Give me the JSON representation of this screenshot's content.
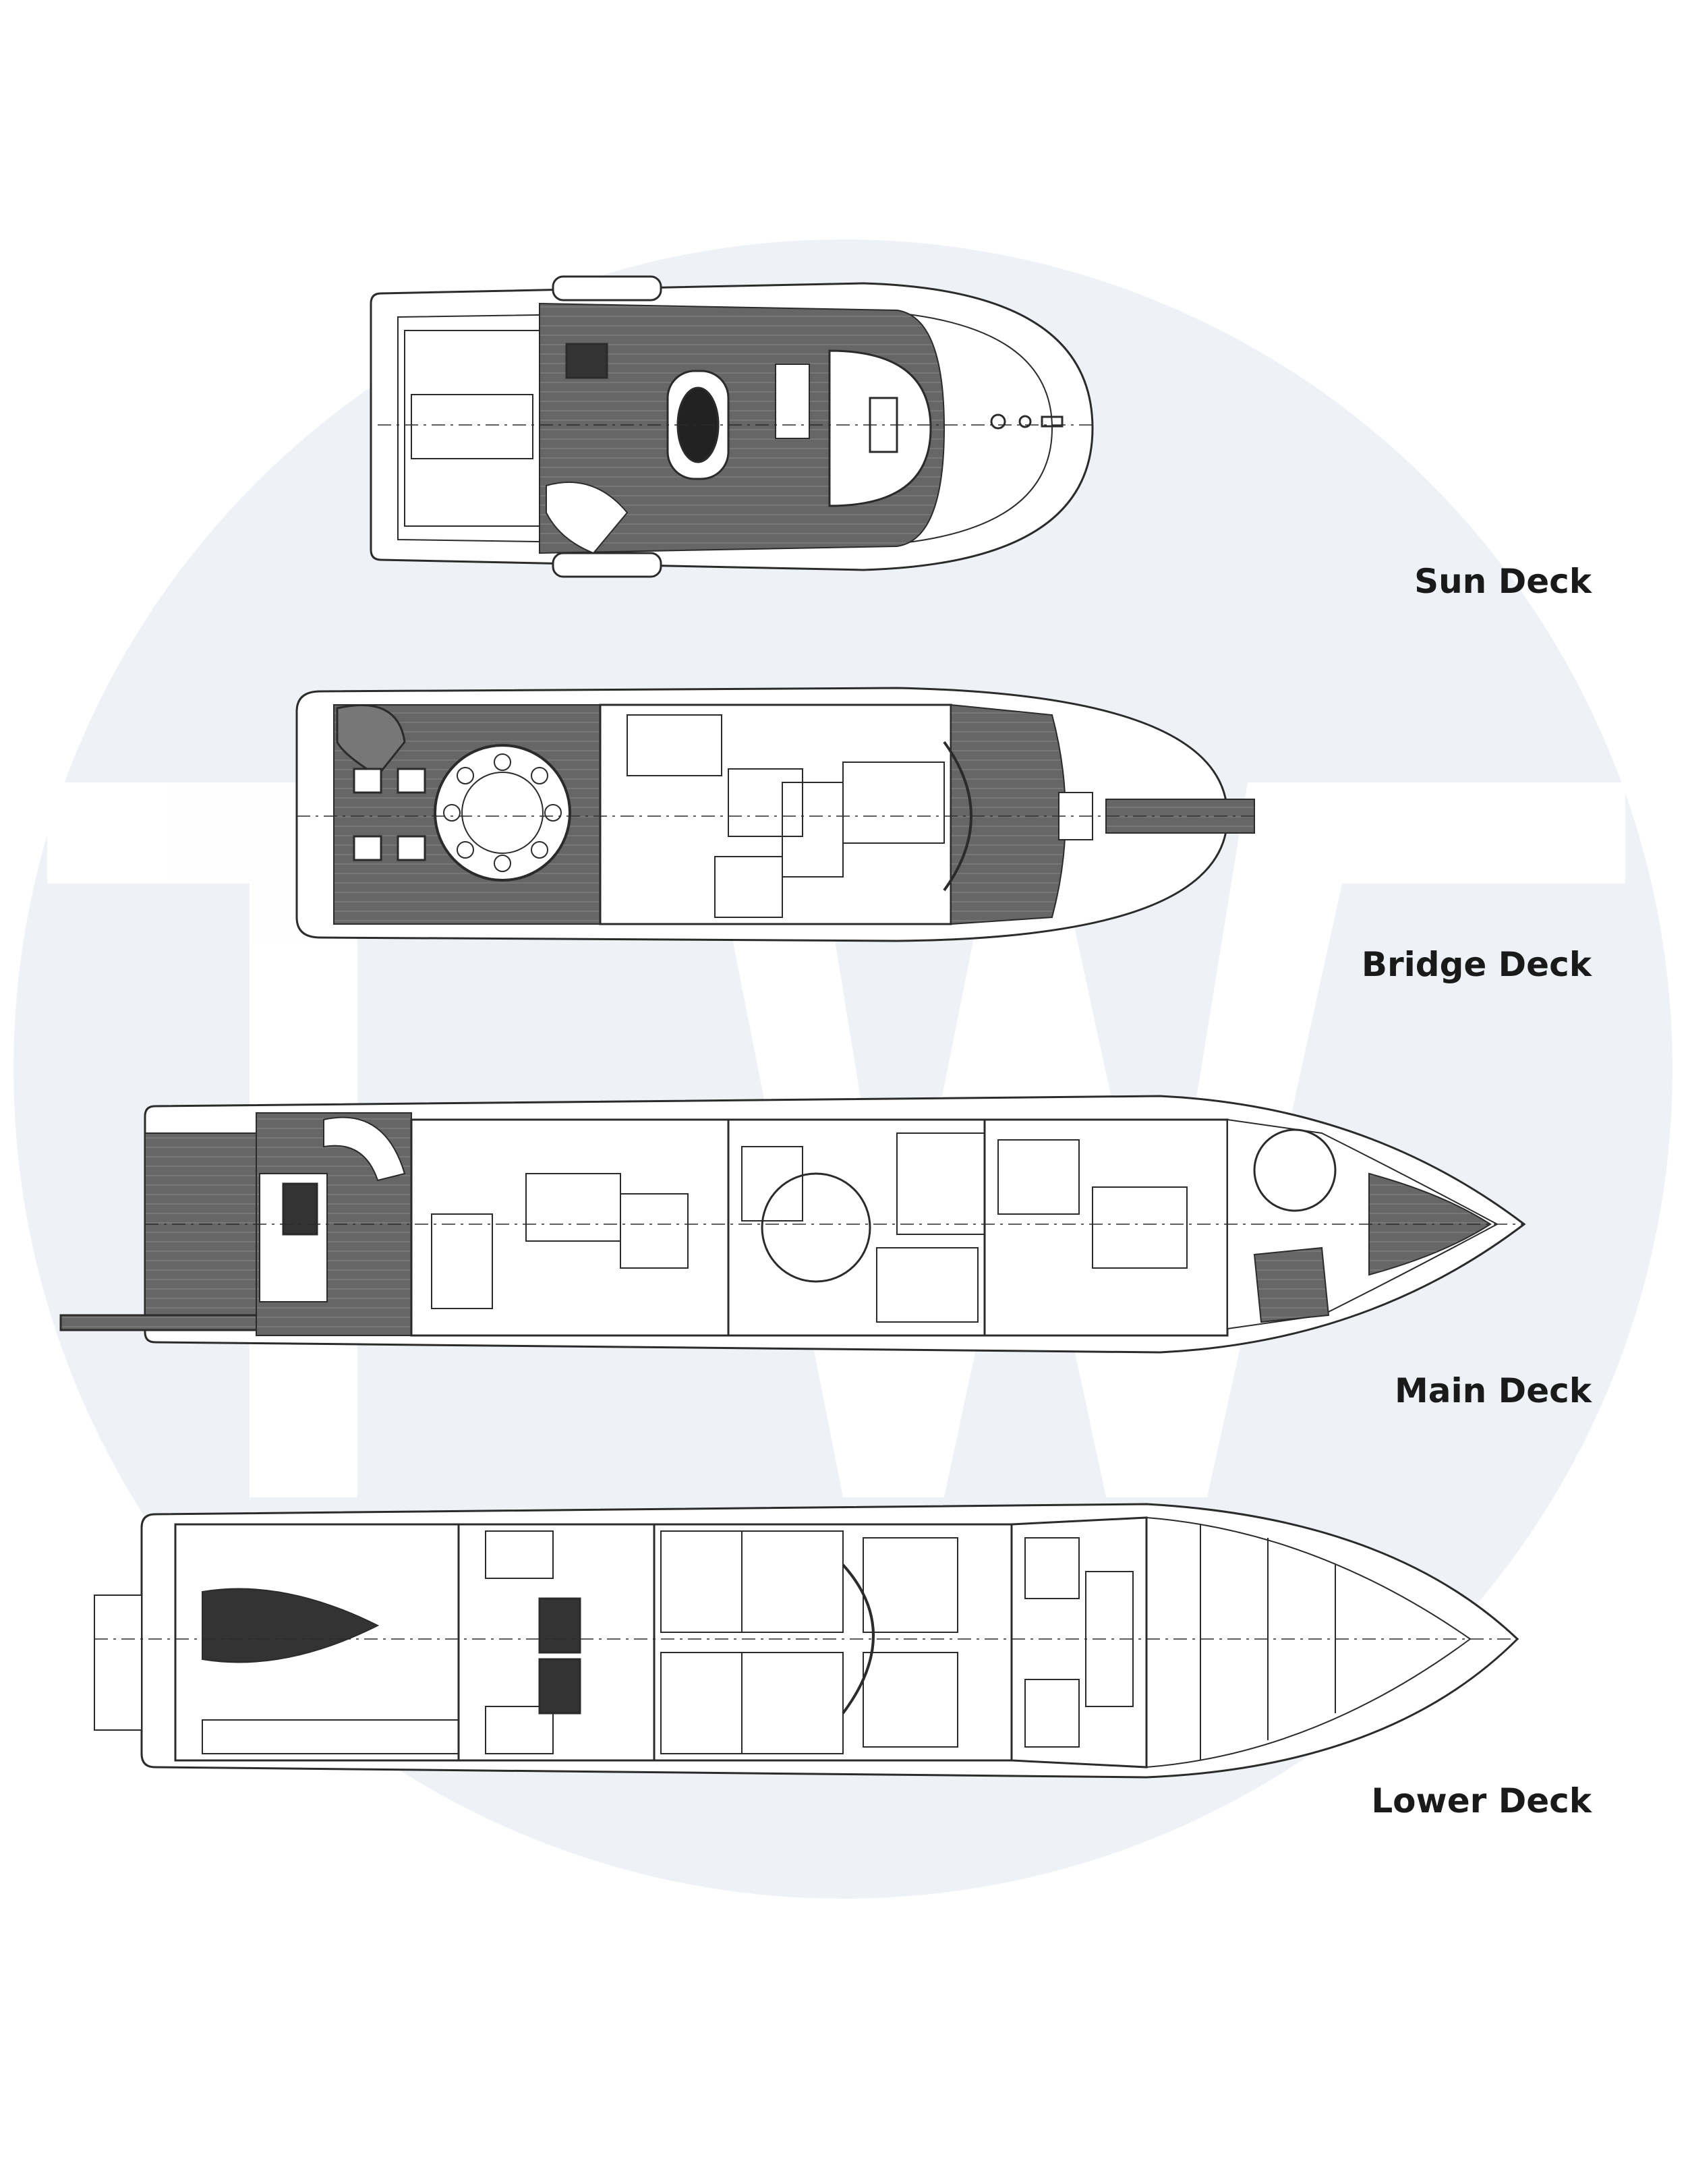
{
  "watermark": {
    "logo_text": "TW",
    "circle_color": "#eef1f6",
    "letter_color": "#ffffff"
  },
  "colors": {
    "deck_fill": "#5a5a5a",
    "line": "#2b2b2b",
    "hull_fill": "#ffffff"
  },
  "decks": [
    {
      "id": "sun",
      "label": "Sun Deck"
    },
    {
      "id": "bridge",
      "label": "Bridge Deck"
    },
    {
      "id": "main",
      "label": "Main Deck"
    },
    {
      "id": "lower",
      "label": "Lower Deck"
    }
  ]
}
